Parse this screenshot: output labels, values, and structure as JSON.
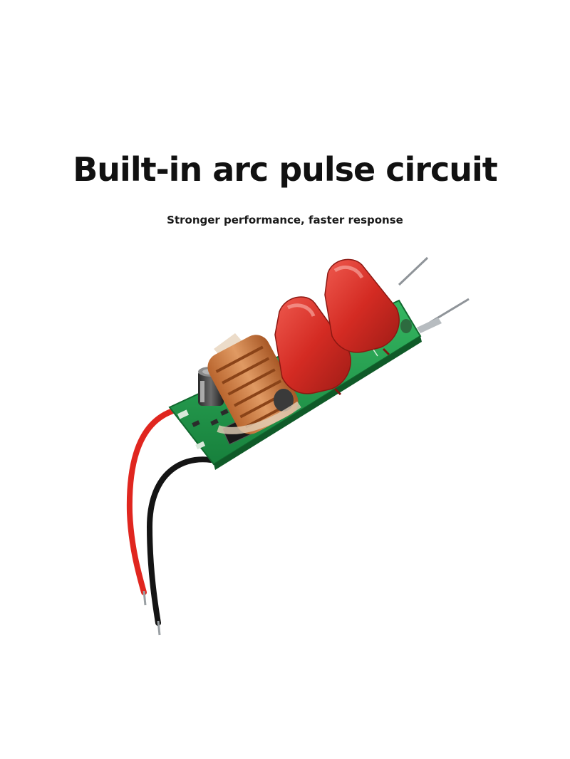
{
  "headline": "Built-in arc pulse circuit",
  "subheadline": "Stronger performance, faster response",
  "product_image": {
    "subject": "arc-pulse-circuit-board",
    "icons": [
      "pcb-board",
      "red-capacitor",
      "copper-coil",
      "electrolytic-capacitor",
      "red-wire",
      "black-wire"
    ],
    "colors": {
      "background": "#ffffff",
      "pcb": "#1f9a4a",
      "capacitor": "#d42b23",
      "coil": "#c87a45",
      "wire_red": "#e0261f",
      "wire_black": "#111111",
      "text": "#111111"
    }
  }
}
